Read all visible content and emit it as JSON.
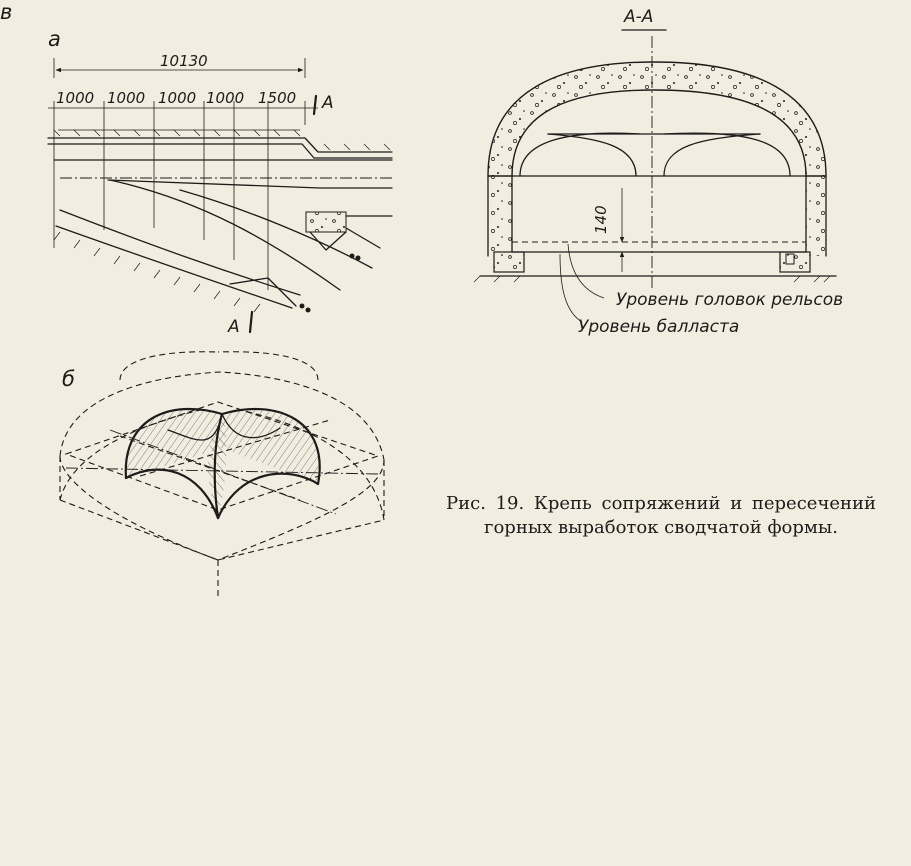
{
  "panels": {
    "a": {
      "label": "а"
    },
    "b": {
      "label": "б"
    },
    "v": {
      "label": "в"
    }
  },
  "panel_a": {
    "dimension_total": "10130",
    "dimensions": [
      "1000",
      "1000",
      "1000",
      "1000",
      "1500"
    ],
    "section_mark_top": "A",
    "section_mark_top_roman": "I",
    "section_mark_bottom": "A"
  },
  "section": {
    "title": "A-A",
    "dimension_140": "140",
    "label_rail_level": "Уровень головок рельсов",
    "label_ballast_level": "Уровень балласта"
  },
  "caption": {
    "text": "Рис. 19. Крепь сопряжений и пересечений горных выработок сводчатой формы."
  }
}
